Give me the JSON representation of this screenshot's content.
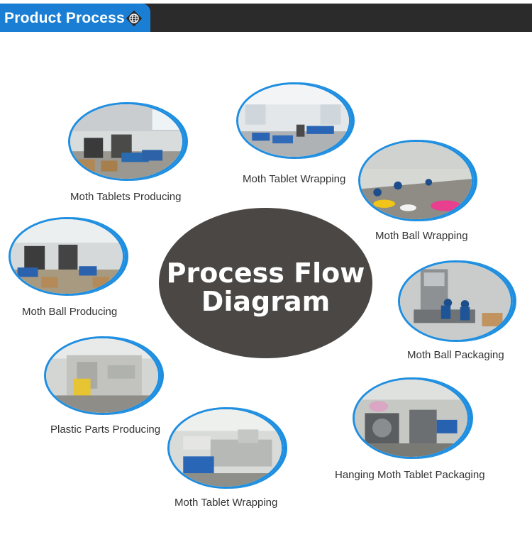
{
  "header": {
    "title": "Product Process",
    "accent_color": "#1a7fd4",
    "bar_color": "#2b2b2b",
    "icon": "globe-icon"
  },
  "center": {
    "line1": "Process Flow",
    "line2": "Diagram",
    "color": "#4a4745"
  },
  "steps": [
    {
      "label": "Moth Tablets Producing",
      "icon": "factory-photo"
    },
    {
      "label": "Moth Tablet Wrapping",
      "icon": "factory-photo"
    },
    {
      "label": "Moth Ball Wrapping",
      "icon": "factory-photo"
    },
    {
      "label": "Moth Ball Producing",
      "icon": "factory-photo"
    },
    {
      "label": "Moth Ball Packaging",
      "icon": "factory-photo"
    },
    {
      "label": "Plastic Parts Producing",
      "icon": "factory-photo"
    },
    {
      "label": "Hanging Moth Tablet Packaging",
      "icon": "factory-photo"
    },
    {
      "label": "Moth Tablet Wrapping",
      "icon": "factory-photo"
    }
  ]
}
